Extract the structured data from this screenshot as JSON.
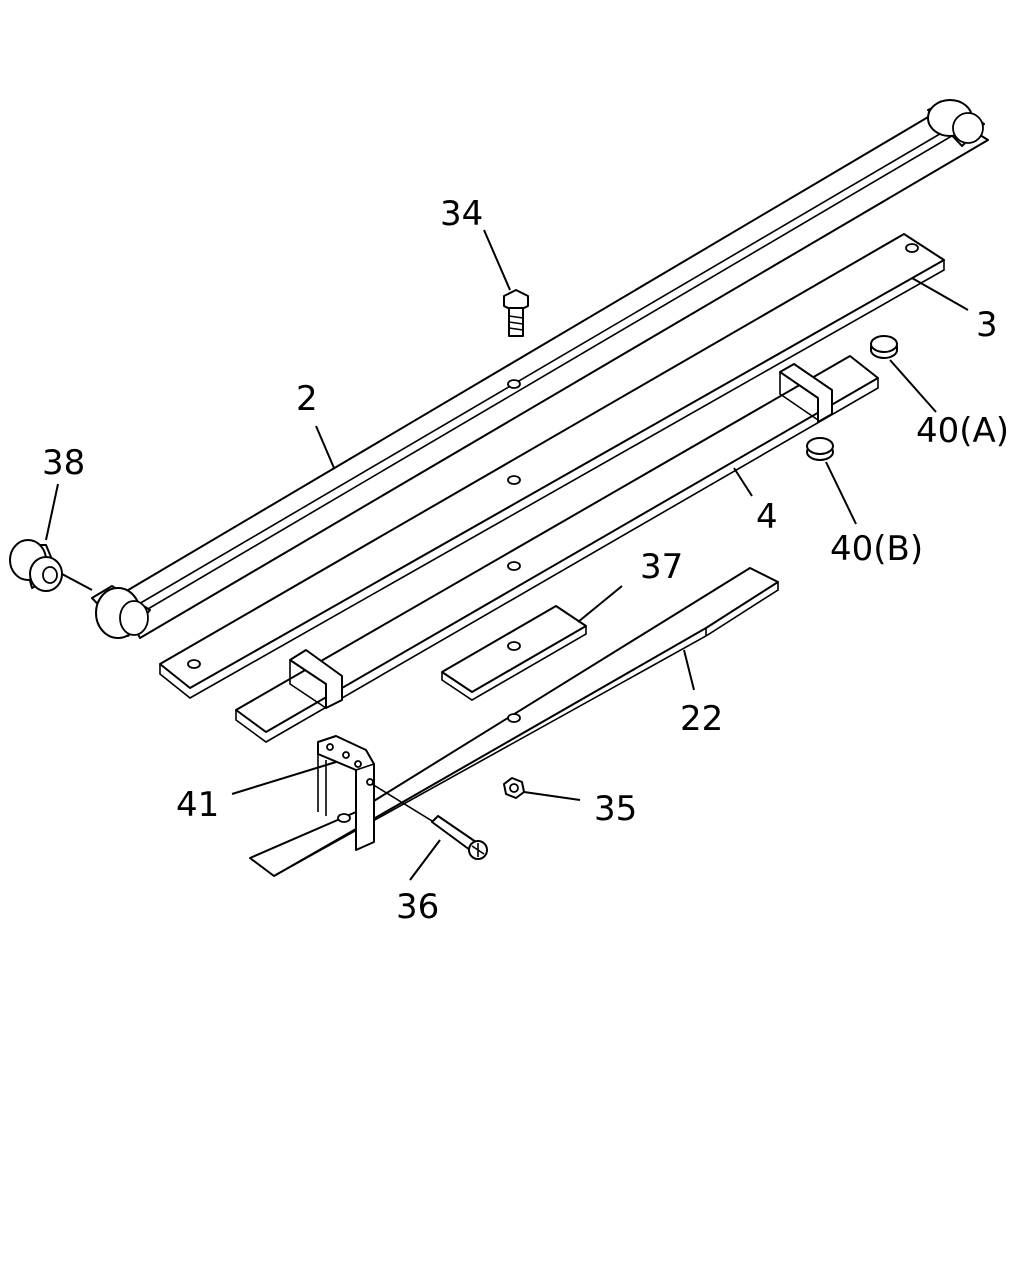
{
  "callouts": [
    {
      "id": "c2",
      "label": "2"
    },
    {
      "id": "c3",
      "label": "3"
    },
    {
      "id": "c4",
      "label": "4"
    },
    {
      "id": "c22",
      "label": "22"
    },
    {
      "id": "c34",
      "label": "34"
    },
    {
      "id": "c35",
      "label": "35"
    },
    {
      "id": "c36",
      "label": "36"
    },
    {
      "id": "c37",
      "label": "37"
    },
    {
      "id": "c38",
      "label": "38"
    },
    {
      "id": "c40a",
      "label": "40(A)"
    },
    {
      "id": "c40b",
      "label": "40(B)"
    },
    {
      "id": "c41",
      "label": "41"
    }
  ]
}
